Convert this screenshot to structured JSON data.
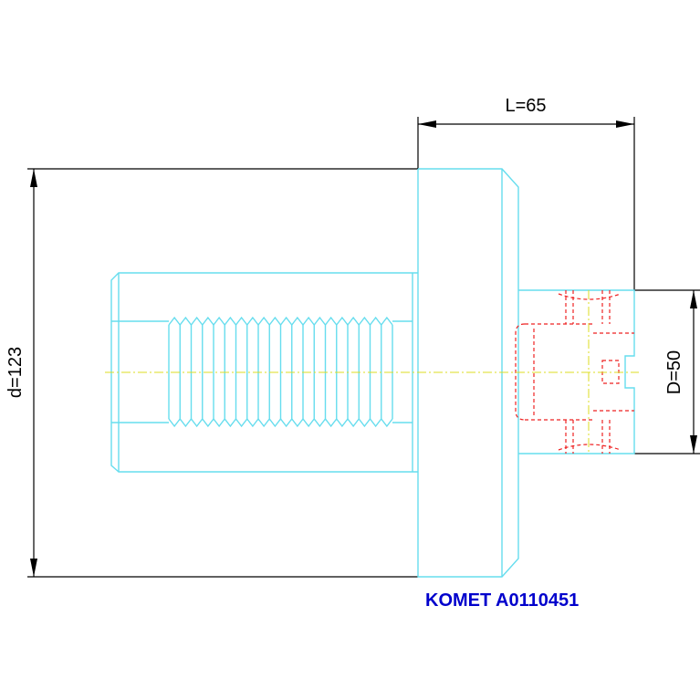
{
  "dimensions": {
    "length_label": "L=65",
    "diameter_label": "d=123",
    "shank_diameter_label": "D=50"
  },
  "caption": "KOMET A0110451",
  "colors": {
    "outline": "#66ddee",
    "hidden_detail": "#ee2222",
    "dimension": "#000000",
    "centerline": "#dddd22",
    "caption": "#0000cc"
  },
  "thread": {
    "pitch_count": 20
  }
}
